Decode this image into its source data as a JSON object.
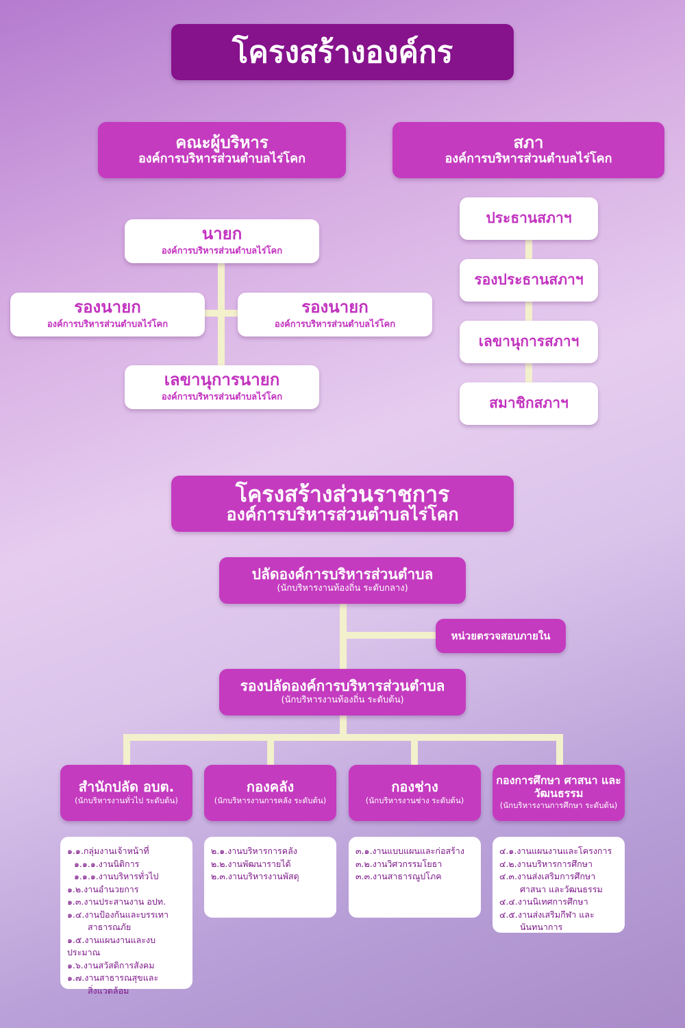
{
  "title": "โครงสร้างองค์กร",
  "executives": {
    "title": "คณะผู้บริหาร",
    "org": "องค์การบริหารส่วนตำบลไร่โคก"
  },
  "council": {
    "title": "สภา",
    "org": "องค์การบริหารส่วนตำบลไร่โคก"
  },
  "mayor": {
    "title": "นายก",
    "org": "องค์การบริหารส่วนตำบลไร่โคก"
  },
  "deputy_left": {
    "title": "รองนายก",
    "org": "องค์การบริหารส่วนตำบลไร่โคก"
  },
  "deputy_right": {
    "title": "รองนายก",
    "org": "องค์การบริหารส่วนตำบลไร่โคก"
  },
  "secretary": {
    "title": "เลขานุการนายก",
    "org": "องค์การบริหารส่วนตำบลไร่โคก"
  },
  "council_members": [
    "ประธานสภาฯ",
    "รองประธานสภาฯ",
    "เลขานุการสภาฯ",
    "สมาชิกสภาฯ"
  ],
  "admin_title": {
    "line1": "โครงสร้างส่วนราชการ",
    "line2": "องค์การบริหารส่วนตำบลไร่โคก"
  },
  "chief": {
    "title": "ปลัดองค์การบริหารส่วนตำบล",
    "sub": "(นักบริหารงานท้องถิ่น ระดับกลาง)"
  },
  "audit": "หน่วยตรวจสอบภายใน",
  "deputy_chief": {
    "title": "รองปลัดองค์การบริหารส่วนตำบล",
    "sub": "(นักบริหารงานท้องถิ่น ระดับต้น)"
  },
  "divisions": [
    {
      "title": "สำนักปลัด อบต.",
      "sub": "(นักบริหารงานทั่วไป ระดับต้น)",
      "items": [
        {
          "t": "๑.๑.กลุ่มงานเจ้าหน้าที่",
          "c": ""
        },
        {
          "t": "๑.๑.๑.งานนิติการ",
          "c": "ind"
        },
        {
          "t": "๑.๑.๑.งานบริหารทั่วไป",
          "c": "ind"
        },
        {
          "t": "๑.๒.งานอำนวยการ",
          "c": ""
        },
        {
          "t": "๑.๓.งานประสานงาน อปท.",
          "c": ""
        },
        {
          "t": "๑.๔.งานป้องกันและบรรเทา",
          "c": ""
        },
        {
          "t": "สาธารณภัย",
          "c": "cont"
        },
        {
          "t": "๑.๕.งานแผนงานและงบประมาณ",
          "c": ""
        },
        {
          "t": "๑.๖.งานสวัสดิการสังคม",
          "c": ""
        },
        {
          "t": "๑.๗.งานสาธารณสุขและ",
          "c": ""
        },
        {
          "t": "สิ่งแวดล้อม",
          "c": "cont"
        }
      ]
    },
    {
      "title": "กองคลัง",
      "sub": "(นักบริหารงานการคลัง ระดับต้น)",
      "items": [
        {
          "t": "๒.๑.งานบริหารการคลัง",
          "c": ""
        },
        {
          "t": "๒.๒.งานพัฒนารายได้",
          "c": ""
        },
        {
          "t": "๒.๓.งานบริหารงานพัสดุ",
          "c": ""
        }
      ]
    },
    {
      "title": "กองช่าง",
      "sub": "(นักบริหารงานช่าง ระดับต้น)",
      "items": [
        {
          "t": "๓.๑.งานแบบแผนและก่อสร้าง",
          "c": ""
        },
        {
          "t": "๓.๒.งานวิศวกรรมโยธา",
          "c": ""
        },
        {
          "t": "๓.๓.งานสาธารณูปโภค",
          "c": ""
        }
      ]
    },
    {
      "title": "กองการศึกษา ศาสนา และวัฒนธรรม",
      "sub": "(นักบริหารงานการศึกษา ระดับต้น)",
      "items": [
        {
          "t": "๔.๑.งานแผนงานและโครงการ",
          "c": ""
        },
        {
          "t": "๔.๒.งานบริหารการศึกษา",
          "c": ""
        },
        {
          "t": "๔.๓.งานส่งเสริมการศึกษา",
          "c": ""
        },
        {
          "t": "ศาสนา และวัฒนธรรม",
          "c": "cont"
        },
        {
          "t": "๔.๔.งานนิเทศการศึกษา",
          "c": ""
        },
        {
          "t": "๔.๕.งานส่งเสริมกีฬา และ",
          "c": ""
        },
        {
          "t": "นันทนาการ",
          "c": "cont"
        }
      ]
    }
  ]
}
